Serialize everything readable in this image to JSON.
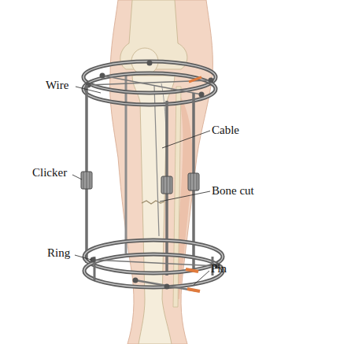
{
  "diagram": {
    "labels": [
      "Wire",
      "Cable",
      "Clicker",
      "Bone cut",
      "Ring",
      "Pin"
    ]
  }
}
